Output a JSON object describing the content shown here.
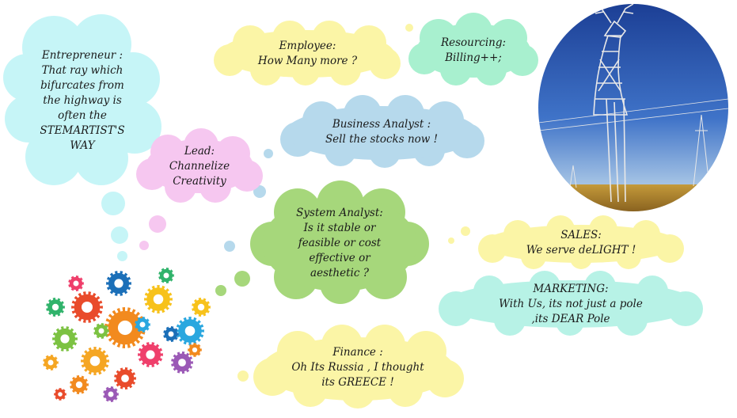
{
  "clouds": {
    "entrepreneur": {
      "lines": [
        "Entrepreneur :",
        "That ray which",
        "bifurcates from",
        "the highway is",
        "often the",
        "STEMARTIST'S",
        "WAY"
      ],
      "color": "#c6f5f7"
    },
    "employee": {
      "lines": [
        "Employee:",
        "How Many more  ?"
      ],
      "color": "#fbf5a6"
    },
    "resourcing": {
      "lines": [
        "Resourcing:",
        "Billing++;"
      ],
      "color": "#a8f0cf"
    },
    "business_analyst": {
      "lines": [
        "Business Analyst :",
        "Sell the stocks now !"
      ],
      "color": "#b6d9ec"
    },
    "lead": {
      "lines": [
        "Lead:",
        "Channelize",
        "Creativity"
      ],
      "color": "#f6c7f0"
    },
    "system_analyst": {
      "lines": [
        "System Analyst:",
        "Is it  stable or",
        "feasible or cost",
        "effective or",
        "aesthetic  ?"
      ],
      "color": "#a6d77b"
    },
    "sales": {
      "lines": [
        "SALES:",
        "We  serve deLIGHT !"
      ],
      "color": "#fbf5a6"
    },
    "marketing": {
      "lines": [
        "MARKETING:",
        "With Us, its not just a pole",
        ",its DEAR Pole"
      ],
      "color": "#b7f2e6"
    },
    "finance": {
      "lines": [
        "Finance :",
        "Oh Its Russia , I thought",
        "its GREECE !"
      ],
      "color": "#fbf5a6"
    }
  },
  "icons": {
    "photo": "deer-shaped-pylon-photo-icon",
    "brain": "gear-brain-icon"
  }
}
